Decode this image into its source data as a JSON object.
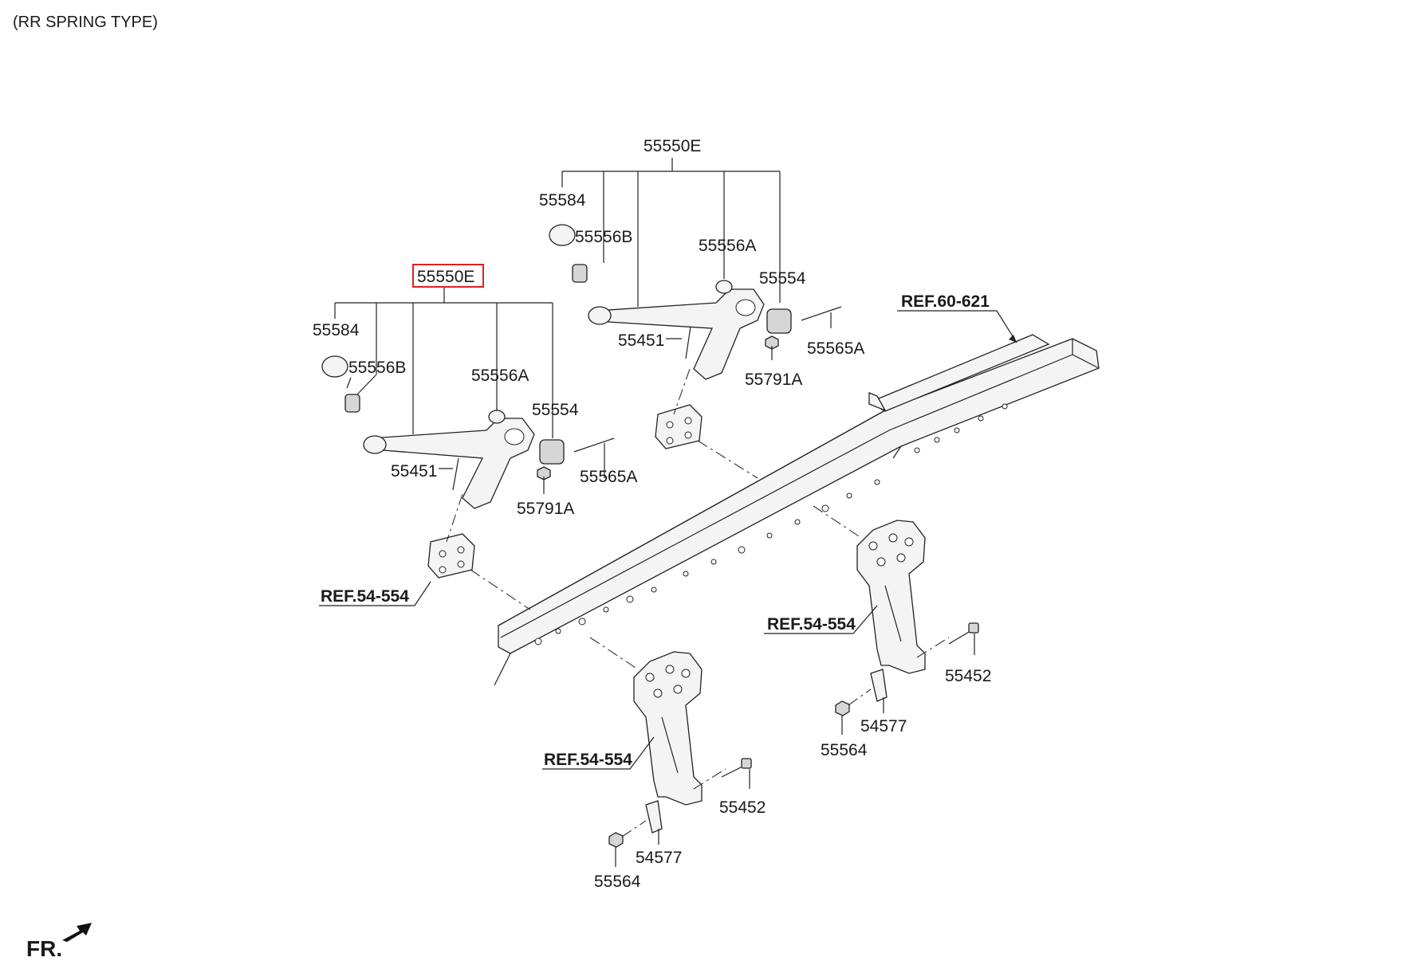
{
  "title": "(RR SPRING TYPE)",
  "front_label": "FR.",
  "highlight_color": "#e02020",
  "left_assembly": {
    "group": "55550E",
    "bushing_cap": "55584",
    "bushing_b": "55556B",
    "bushing_a": "55556A",
    "bushing": "55554",
    "bolt_arm": "55451",
    "bolt_bushing": "55565A",
    "nut": "55791A",
    "ref": "REF.54-554"
  },
  "right_assembly": {
    "group": "55550E",
    "bushing_cap": "55584",
    "bushing_b": "55556B",
    "bushing_a": "55556A",
    "bushing": "55554",
    "bolt_arm": "55451",
    "bolt_bushing": "55565A",
    "nut": "55791A"
  },
  "frame_ref": "REF.60-621",
  "lower_left_bracket": {
    "ref": "REF.54-554",
    "bolt": "55452",
    "clip": "54577",
    "nut": "55564"
  },
  "lower_right_bracket": {
    "ref": "REF.54-554",
    "bolt": "55452",
    "clip": "54577",
    "nut": "55564"
  }
}
